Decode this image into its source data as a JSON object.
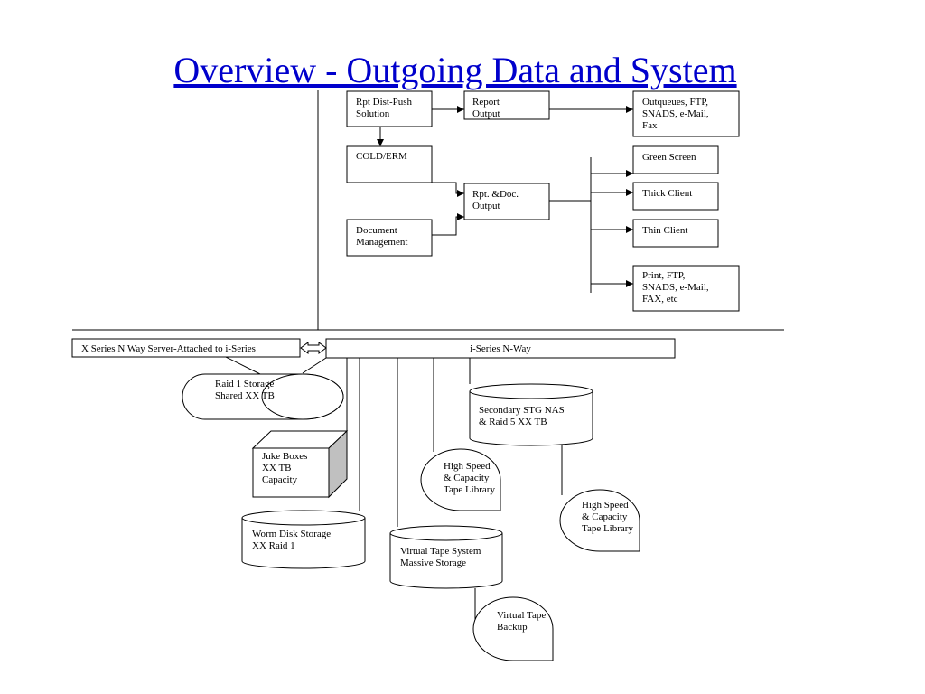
{
  "title": "Overview - Outgoing Data and System",
  "boxes": {
    "rpt_dist_push": [
      "Rpt Dist-Push",
      "Solution"
    ],
    "report_output": [
      "Report",
      "Output"
    ],
    "outqueues": [
      "Outqueues, FTP,",
      "SNADS, e-Mail,",
      "Fax"
    ],
    "cold_erm": [
      "COLD/ERM"
    ],
    "rpt_doc_output": [
      "Rpt. &Doc.",
      "Output"
    ],
    "document_management": [
      "Document",
      "Management"
    ],
    "green_screen": [
      "Green Screen"
    ],
    "thick_client": [
      "Thick Client"
    ],
    "thin_client": [
      "Thin Client"
    ],
    "print_ftp": [
      "Print, FTP,",
      "SNADS, e-Mail,",
      "FAX, etc"
    ],
    "x_series": [
      "X Series N Way Server-Attached to i-Series"
    ],
    "i_series": [
      "i-Series N-Way"
    ]
  },
  "storage": {
    "raid1": [
      "Raid 1 Storage",
      "Shared XX TB"
    ],
    "secondary_nas": [
      "Secondary STG NAS",
      "& Raid 5 XX TB"
    ],
    "juke_boxes": [
      "Juke Boxes",
      "XX TB",
      "Capacity"
    ],
    "tape_library_1": [
      "High Speed",
      "& Capacity",
      "Tape Library"
    ],
    "tape_library_2": [
      "High Speed",
      "& Capacity",
      "Tape Library"
    ],
    "worm_disk": [
      "Worm Disk Storage",
      "XX Raid 1"
    ],
    "virtual_tape_system": [
      "Virtual Tape System",
      "Massive Storage"
    ],
    "virtual_tape_backup": [
      "Virtual Tape",
      "Backup"
    ]
  },
  "colors": {
    "title": "#0000cc",
    "line": "#000000",
    "cube_side": "#c0c0c0"
  }
}
